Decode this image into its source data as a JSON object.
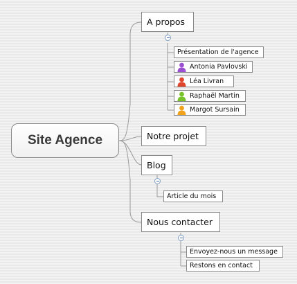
{
  "root": {
    "label": "Site Agence"
  },
  "topics": {
    "apropos": {
      "label": "A propos",
      "children": [
        {
          "label": "Présentation de l'agence"
        },
        {
          "label": "Antonia Pavlovski",
          "icon": "person-purple-icon",
          "color": "#9b4fd3"
        },
        {
          "label": "Léa Livran",
          "icon": "person-red-icon",
          "color": "#e2452d"
        },
        {
          "label": "Raphaël Martin",
          "icon": "person-green-icon",
          "color": "#78c22a"
        },
        {
          "label": "Margot Sursain",
          "icon": "person-orange-icon",
          "color": "#f0a21c"
        }
      ]
    },
    "projet": {
      "label": "Notre projet"
    },
    "blog": {
      "label": "Blog",
      "children": [
        {
          "label": "Article du mois"
        }
      ]
    },
    "contact": {
      "label": "Nous contacter",
      "children": [
        {
          "label": "Envoyez-nous un message"
        },
        {
          "label": "Restons en contact"
        }
      ]
    }
  },
  "colors": {
    "connector": "#9a9a9a",
    "border": "#8a8a8a",
    "collapse": "#7d9bc4"
  }
}
